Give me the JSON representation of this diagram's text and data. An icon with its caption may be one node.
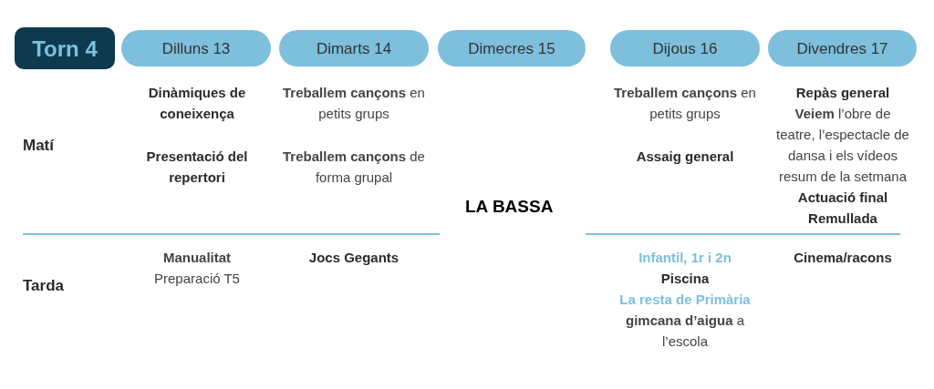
{
  "diagram": {
    "nodes": [
      {
        "text": [
          "Torn 4"
        ]
      },
      {
        "text": [
          "Dilluns 13"
        ]
      },
      {
        "text": [
          "Dimarts 14"
        ]
      },
      {
        "text": [
          "Dimecres 15"
        ]
      },
      {
        "text": [
          "Dijous 16"
        ]
      },
      {
        "text": [
          "Divendres 17"
        ]
      }
    ],
    "labels": [
      "Matí",
      "Dinàmiques de coneixença",
      "Presentació del repertori",
      "**Treballem cançons** en petits grups",
      "**Treballem cançons** de forma grupal",
      "LA BASSA",
      "**Treballem cançons** en petits grups",
      "Assaig general",
      "Repàs general",
      "**Veiem** l’obre de teatre, l’espectacle de dansa i els vídeos resum de la setmana",
      "Actuació final",
      "Remullada",
      "Tarda",
      "**Manualitat** Preparació T5",
      "Jocs Gegants",
      "Infantil, 1r i 2n",
      "Piscina",
      "La resta de Primària",
      "**gimcana d’aigua** a l’escola",
      "Cinema/racons"
    ]
  }
}
